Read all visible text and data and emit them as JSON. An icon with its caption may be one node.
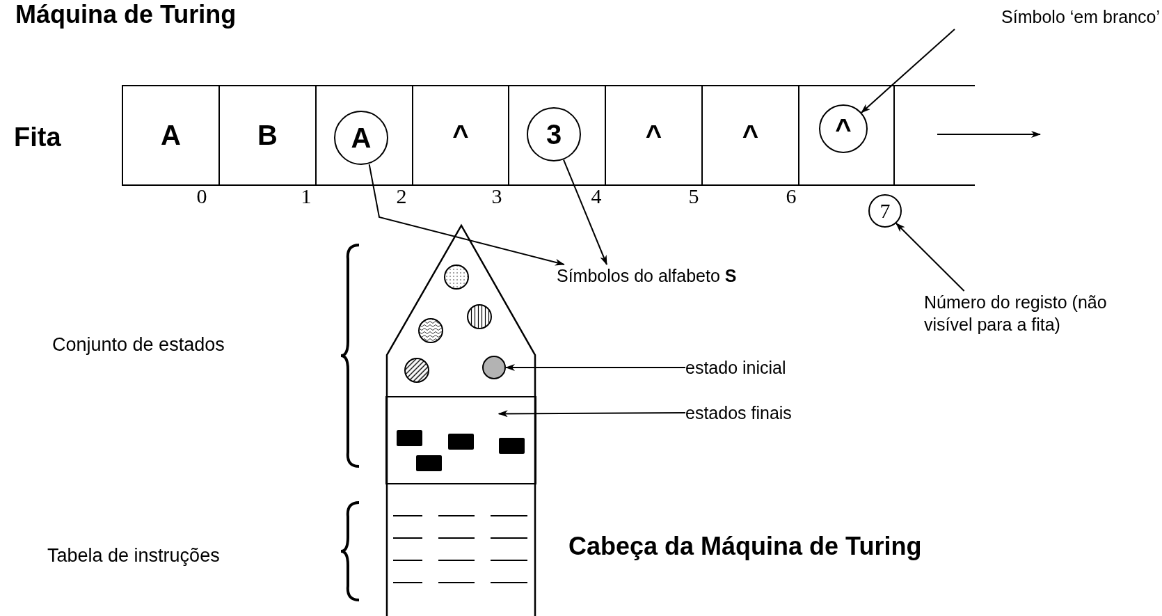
{
  "diagram": {
    "title": "Máquina de Turing",
    "nodes": [
      {
        "text": [
          "A"
        ]
      },
      {
        "text": [
          "B"
        ]
      },
      {
        "text": [],
        "shape": "box"
      },
      {
        "text": [
          "A"
        ],
        "in": 2
      },
      {
        "text": [
          "^"
        ]
      },
      {
        "text": [],
        "shape": "box"
      },
      {
        "text": [
          "3"
        ],
        "in": 5
      },
      {
        "text": [
          "^"
        ]
      },
      {
        "text": [
          "^"
        ]
      },
      {
        "text": [],
        "shape": "box"
      },
      {
        "text": [
          "^"
        ],
        "in": 9
      },
      {
        "text": [],
        "shape": "box"
      },
      {
        "text": [
          "Símbolo ‘em branco’"
        ]
      },
      {
        "text": [
          "Símbolos do alfabeto **S**"
        ]
      },
      {
        "text": [
          "7"
        ]
      },
      {
        "text": [
          "Número do registo (não visível para a fita)"
        ]
      },
      {
        "text": [],
        "shape": "circle"
      },
      {
        "text": [],
        "shape": "box"
      },
      {
        "text": [
          "estado inicial"
        ]
      },
      {
        "text": [
          "estados finais"
        ]
      }
    ],
    "edges": [
      {
        "from": 3,
        "to": 13,
        "arrow": "to"
      },
      {
        "from": 6,
        "to": 13,
        "arrow": "to"
      },
      {
        "from": 12,
        "to": 10,
        "arrow": "to"
      },
      {
        "from": 15,
        "to": 14,
        "arrow": "to"
      },
      {
        "from": 18,
        "to": 16,
        "arrow": "to"
      },
      {
        "from": 19,
        "to": 17,
        "arrow": "to"
      }
    ],
    "labels": [
      "Fita",
      "0",
      "1",
      "2",
      "3",
      "4",
      "5",
      "6",
      "Conjunto de estados",
      "Tabela de instruções",
      "Cabeça da Máquina de Turing"
    ]
  }
}
